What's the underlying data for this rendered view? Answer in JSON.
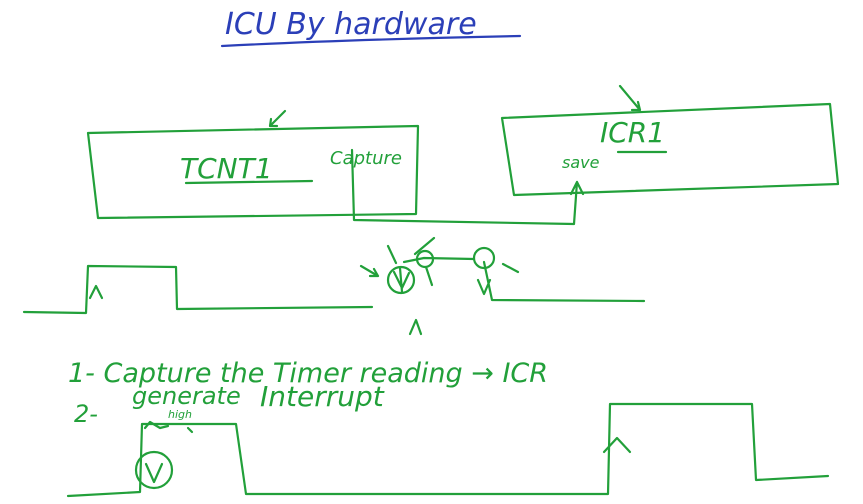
{
  "title": "ICU By hardware",
  "blocks": {
    "left_main": "TCNT1",
    "left_sub": "Capture",
    "right_main": "ICR1",
    "right_sub": "save"
  },
  "steps": {
    "step1": "1- Capture the Timer reading → ICR",
    "step2_prefix": "2-",
    "step2_word": "generate",
    "step2_note": "high",
    "step2_tail": "Interrupt"
  },
  "colors": {
    "title_ink": "#2b3fb8",
    "diagram_ink": "#22a03a"
  }
}
